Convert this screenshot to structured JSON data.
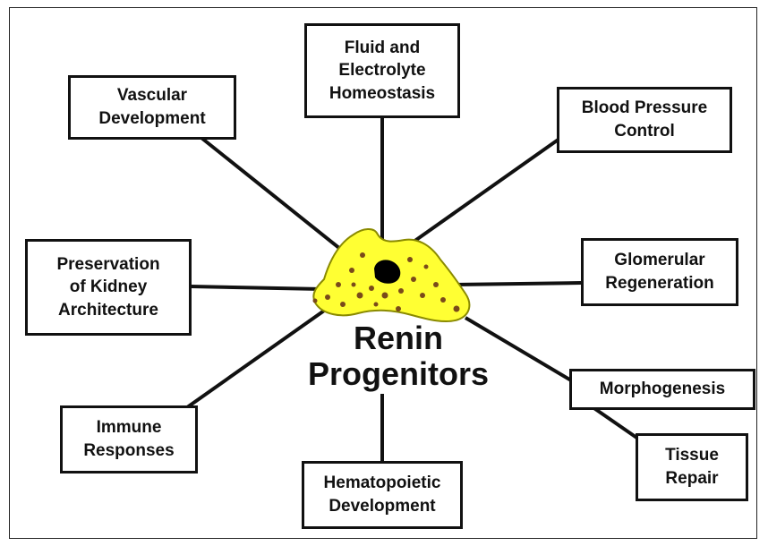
{
  "center": {
    "label": "Renin\nProgenitors",
    "cell_fill": "#ffff33",
    "cell_outline": "#8a8a00",
    "nucleus_color": "#000000",
    "granule_color": "#7a4a1a"
  },
  "boxes": {
    "vascular": "Vascular\nDevelopment",
    "fluid": "Fluid and\nElectrolyte\nHomeostasis",
    "blood_pressure": "Blood Pressure\nControl",
    "preservation": "Preservation\nof Kidney\nArchitecture",
    "glomerular": "Glomerular\nRegeneration",
    "immune": "Immune\nResponses",
    "hematopoietic": "Hematopoietic\nDevelopment",
    "morphogenesis": "Morphogenesis",
    "tissue_repair": "Tissue\nRepair"
  }
}
